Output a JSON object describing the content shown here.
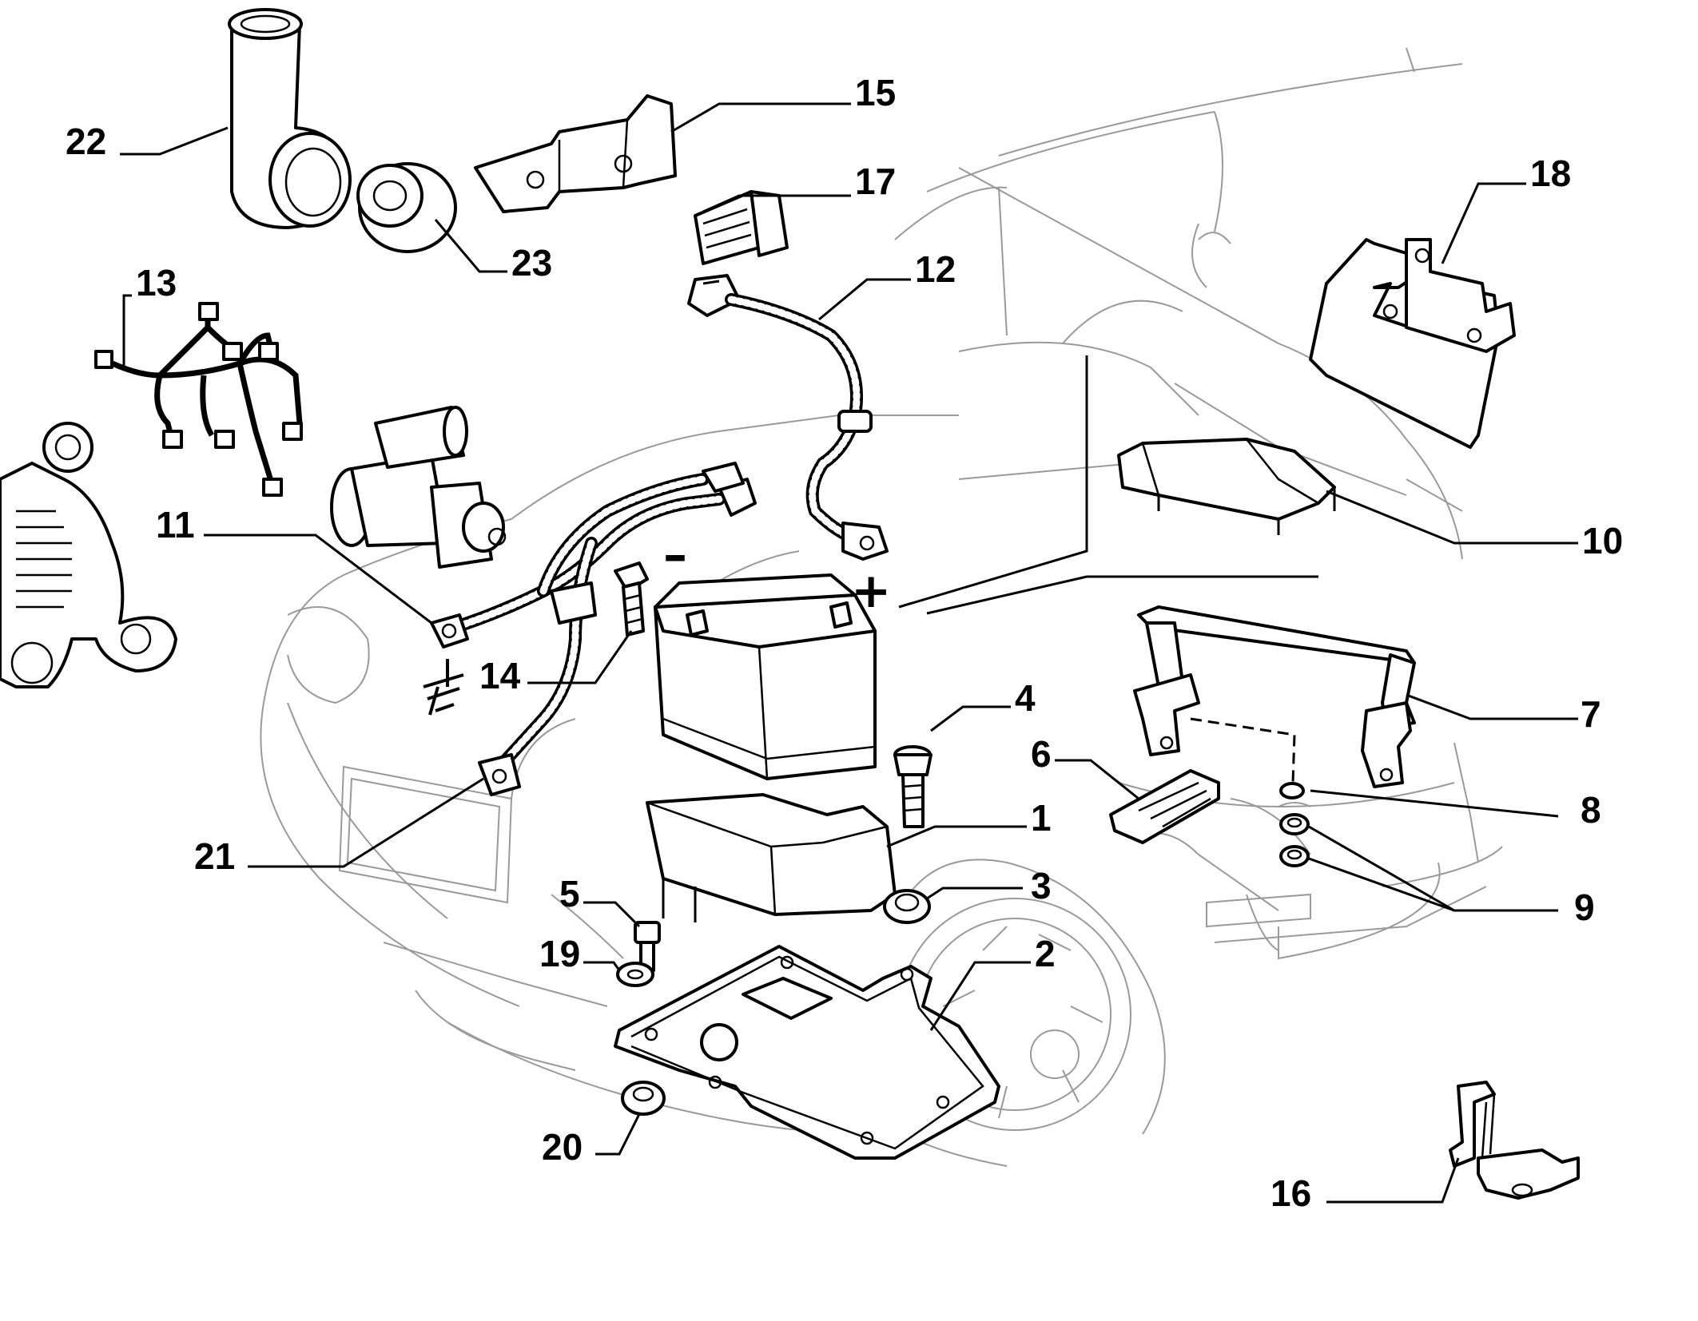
{
  "callouts": [
    {
      "id": "1",
      "label": "1"
    },
    {
      "id": "2",
      "label": "2"
    },
    {
      "id": "3",
      "label": "3"
    },
    {
      "id": "4",
      "label": "4"
    },
    {
      "id": "5",
      "label": "5"
    },
    {
      "id": "6",
      "label": "6"
    },
    {
      "id": "7",
      "label": "7"
    },
    {
      "id": "8",
      "label": "8"
    },
    {
      "id": "9",
      "label": "9"
    },
    {
      "id": "10",
      "label": "10"
    },
    {
      "id": "11",
      "label": "11"
    },
    {
      "id": "12",
      "label": "12"
    },
    {
      "id": "13",
      "label": "13"
    },
    {
      "id": "14",
      "label": "14"
    },
    {
      "id": "15",
      "label": "15"
    },
    {
      "id": "16",
      "label": "16"
    },
    {
      "id": "17",
      "label": "17"
    },
    {
      "id": "18",
      "label": "18"
    },
    {
      "id": "19",
      "label": "19"
    },
    {
      "id": "20",
      "label": "20"
    },
    {
      "id": "21",
      "label": "21"
    },
    {
      "id": "22",
      "label": "22"
    },
    {
      "id": "23",
      "label": "23"
    }
  ],
  "symbols": {
    "positive": "+",
    "negative": "–"
  }
}
